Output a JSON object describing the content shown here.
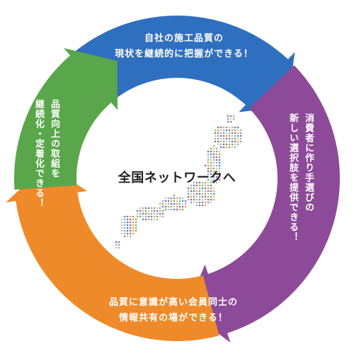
{
  "center": {
    "title": "全国ネットワークへ"
  },
  "segments": {
    "top": {
      "lines": [
        "自社の施工品質の",
        "現状を継続的に把握ができる！"
      ],
      "color": "#2f6fbf"
    },
    "right": {
      "lines": [
        "消費者に作り手選びの",
        "新しい選択肢を提供できる！"
      ],
      "color": "#8d4a98"
    },
    "bottom": {
      "lines": [
        "品質に意識が高い会員同士の",
        "情報共有の場ができる！"
      ],
      "color": "#ef8a2a"
    },
    "left": {
      "lines": [
        "品質向上の取組を",
        "継続化・定着化できる！"
      ],
      "color": "#5aa64a"
    }
  },
  "map_icon": "japan-map-dots-icon"
}
